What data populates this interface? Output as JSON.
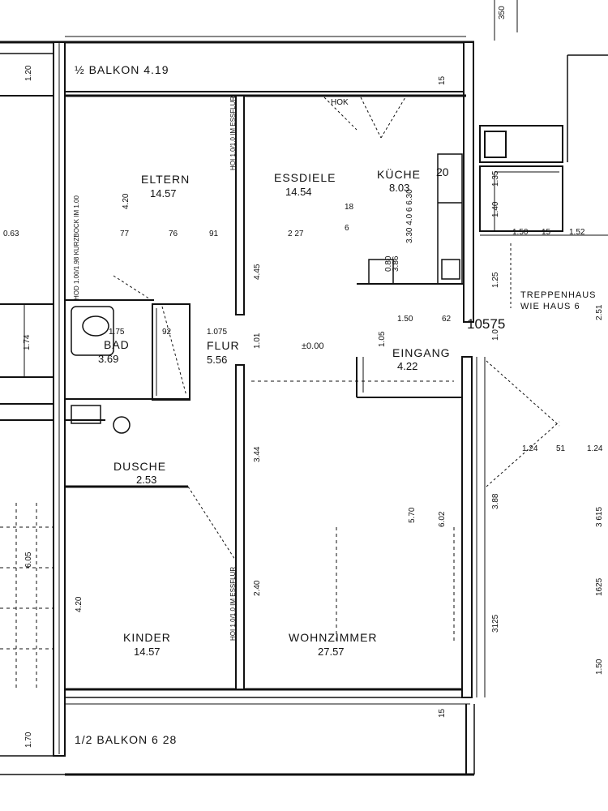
{
  "balconies": {
    "top_label": "½ BALKON 4.19",
    "bottom_label": "1/2 BALKON 6 28",
    "top_depth": "1.20",
    "bottom_depth": "1.70"
  },
  "rooms": {
    "eltern": {
      "name": "ELTERN",
      "area": "14.57"
    },
    "essdiele": {
      "name": "ESSDIELE",
      "area": "14.54"
    },
    "kueche": {
      "name": "KÜCHE",
      "area": "8.03"
    },
    "bad": {
      "name": "BAD",
      "area": "3.69"
    },
    "flur": {
      "name": "FLUR",
      "area": "5.56"
    },
    "eingang": {
      "name": "EINGANG",
      "area": "4.22"
    },
    "dusche": {
      "name": "DUSCHE",
      "area": "2.53"
    },
    "kinder": {
      "name": "KINDER",
      "area": "14.57"
    },
    "wohnzimmer": {
      "name": "WOHNZIMMER",
      "area": "27.57"
    }
  },
  "stair": {
    "line1": "TREPPENHAUS",
    "line2": "WIE HAUS 6"
  },
  "level": {
    "floor": "±0.00",
    "entry": "10575"
  },
  "dimensions": {
    "top_right": "350",
    "d_077": "77",
    "d_076": "76",
    "d_091": "91",
    "d_227": "2 27",
    "d_18": "18",
    "d_445": "4.45",
    "d_101": "1.01",
    "d_344": "3.44",
    "d_240": "2.40",
    "d_420a": "4.20",
    "d_420b": "4.20",
    "d_605": "6.05",
    "d_570": "5.70",
    "d_602": "6.02",
    "d_063": "0.63",
    "d_174": "1.74",
    "d_175": "1.75",
    "d_135": "1.35",
    "d_140": "1.40",
    "d_150": "1.50",
    "d_152": "1.52",
    "d_15a": "15",
    "d_15b": "15",
    "d_15c": "15",
    "d_124a": "1.24",
    "d_51": "51",
    "d_124b": "1.24",
    "d_251": "2.51",
    "d_3615": "3 615",
    "d_1625": "1625",
    "d_150b": "1.50",
    "d_3125": "3125",
    "d_388": "3.88",
    "d_125": "1.25",
    "d_10": "1.0",
    "d_150c": "1.50",
    "d_62": "62",
    "d_105": "1.05",
    "d_386": "3.86",
    "d_080": "0.80",
    "d_hok": "HOK",
    "d_107": "1.075",
    "d_92": "92",
    "d_6": "6",
    "d_20c": "20"
  },
  "notes": {
    "kitchen_side": "3.30   4.0 6   6.30",
    "door_note_a": "HOI 1.0/1.0 IM ESSFLUR",
    "door_note_b": "HOI 1.0/1.0 IM ESSFLUR",
    "door_note_c": "HOD 1.00/1.98 KURZBOCK IM 1.00"
  }
}
